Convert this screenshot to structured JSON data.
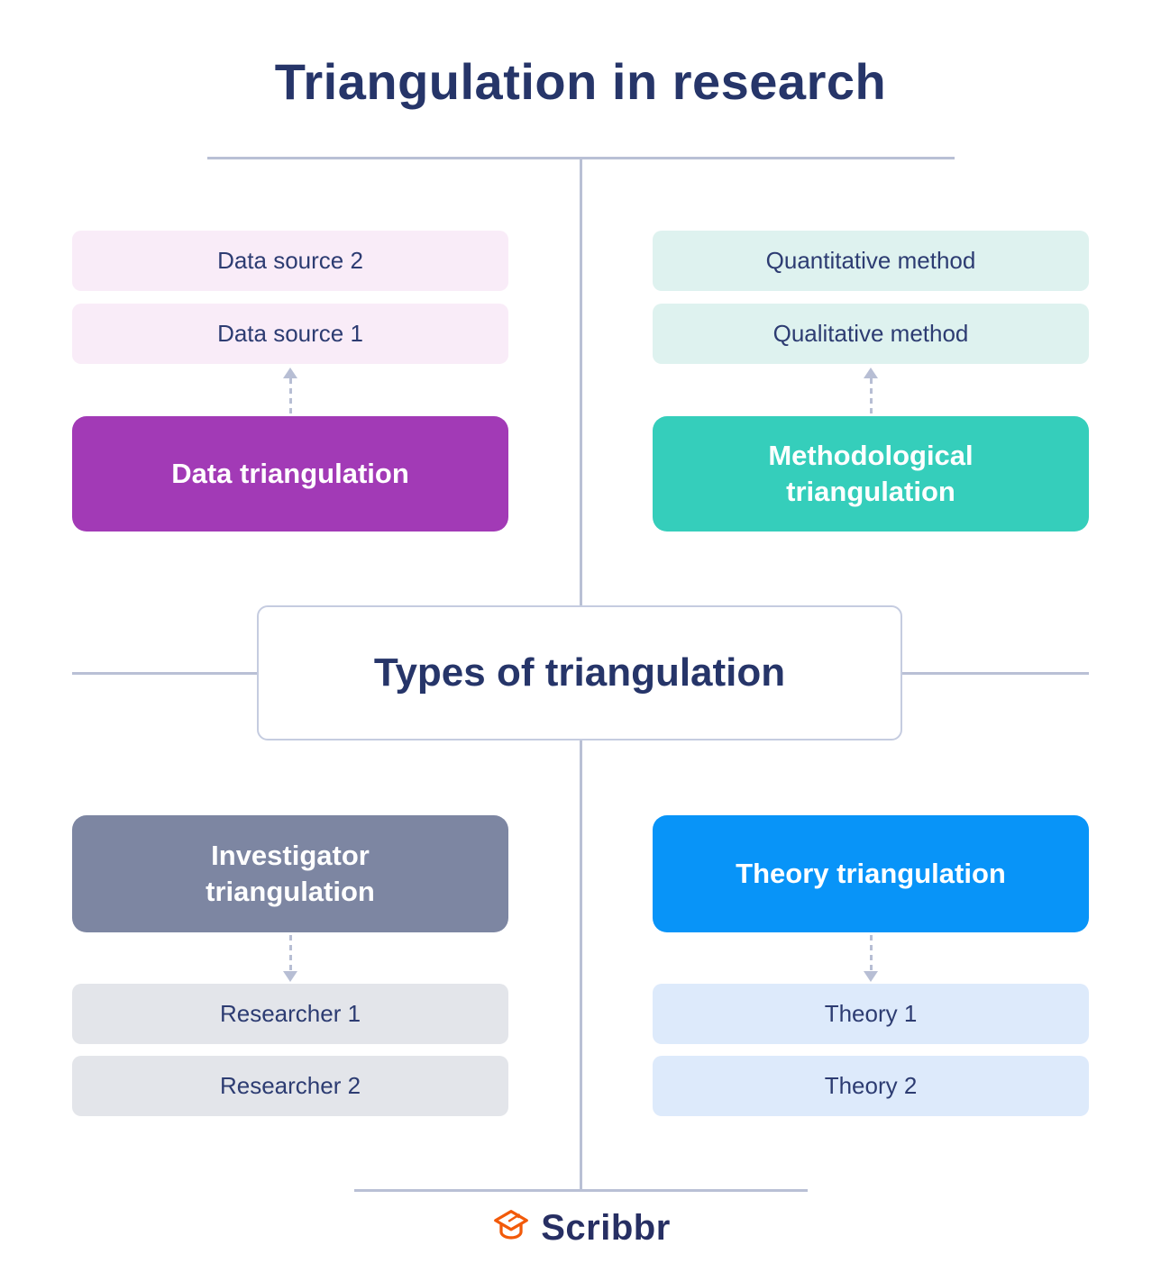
{
  "title": "Triangulation in research",
  "center": {
    "label": "Types of triangulation"
  },
  "quadrants": {
    "data": {
      "label": "Data triangulation",
      "items": [
        "Data source 2",
        "Data source 1"
      ],
      "arrow_direction": "up",
      "box_color": "#a23ab6",
      "item_color": "#f9ecf8"
    },
    "methodological": {
      "label": "Methodological triangulation",
      "items": [
        "Quantitative method",
        "Qualitative method"
      ],
      "arrow_direction": "up",
      "box_color": "#35cebb",
      "item_color": "#def2ef"
    },
    "investigator": {
      "label": "Investigator triangulation",
      "items": [
        "Researcher 1",
        "Researcher 2"
      ],
      "arrow_direction": "down",
      "box_color": "#7d86a2",
      "item_color": "#e3e5ea"
    },
    "theory": {
      "label": "Theory triangulation",
      "items": [
        "Theory 1",
        "Theory 2"
      ],
      "arrow_direction": "down",
      "box_color": "#0894f8",
      "item_color": "#ddeafb"
    }
  },
  "footer": {
    "brand": "Scribbr",
    "logo_color": "#f25a0a"
  },
  "colors": {
    "heading_text": "#263569",
    "item_text": "#2d3c72",
    "divider_line": "#b9c0d5",
    "arrow": "#b7bed4",
    "center_box_border": "#c5cce0"
  }
}
